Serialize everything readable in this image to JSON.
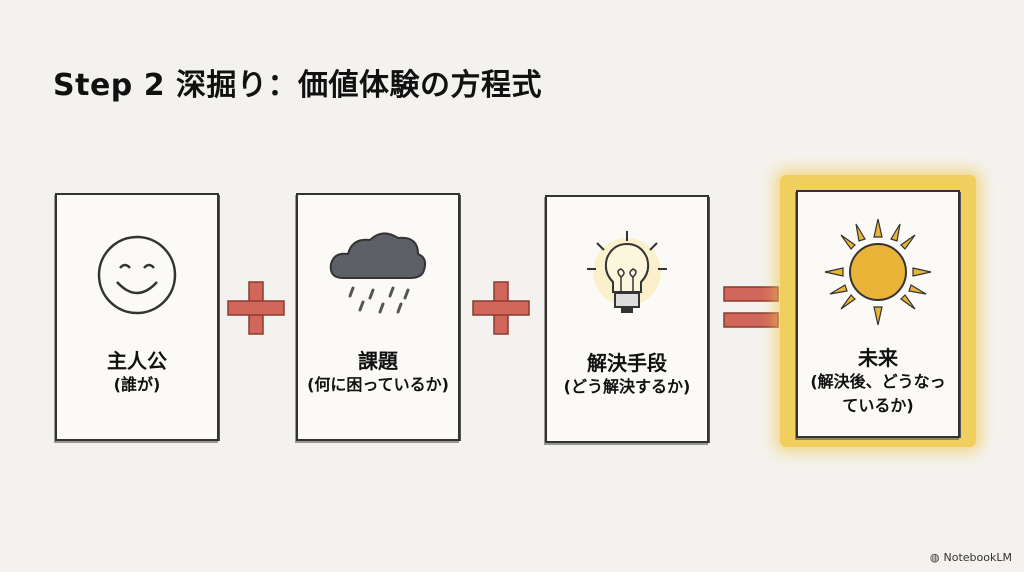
{
  "title": "Step 2 深掘り：価値体験の方程式",
  "cards": [
    {
      "label": "主人公",
      "sub": "(誰が)",
      "icon": "smiley-face-icon"
    },
    {
      "label": "課題",
      "sub": "(何に困っているか)",
      "icon": "rain-cloud-icon"
    },
    {
      "label": "解決手段",
      "sub": "(どう解決するか)",
      "icon": "lightbulb-icon"
    },
    {
      "label": "未来",
      "sub": "(解決後、どうなっているか)",
      "icon": "sun-icon"
    }
  ],
  "operators": [
    "+",
    "+",
    "="
  ],
  "colors": {
    "operator": "#d1665a",
    "glow": "#f1cf5e",
    "sun": "#e9b437"
  },
  "footer": {
    "brand": "NotebookLM"
  }
}
